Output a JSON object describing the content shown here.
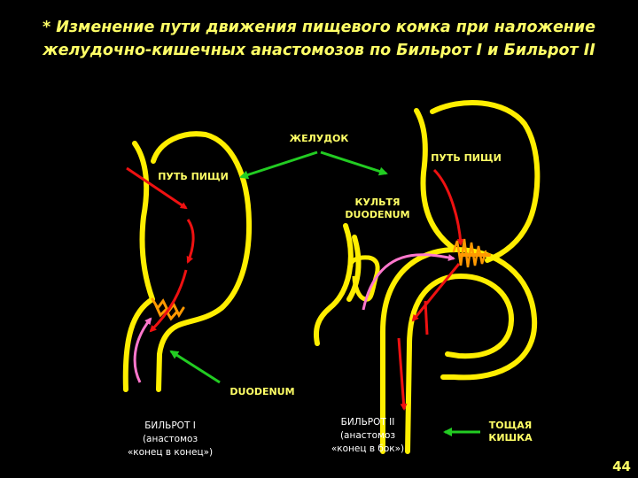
{
  "title": {
    "line1": "* Изменение пути движения пищевого комка при наложение",
    "line2": "желудочно-кишечных анастомозов по Бильрот I и Бильрот II"
  },
  "labels": {
    "stomach": "ЖЕЛУДОК",
    "food_path_left": "ПУТЬ ПИЩИ",
    "food_path_right": "ПУТЬ ПИЩИ",
    "duodenal_stump_line1": "КУЛЬТЯ",
    "duodenal_stump_line2": "DUODENUM",
    "duodenum": "DUODENUM",
    "jejunum_line1": "ТОЩАЯ",
    "jejunum_line2": "КИШКА"
  },
  "captions": {
    "billroth1": {
      "line1": "БИЛЬРОТ I",
      "line2": "(анастомоз",
      "line3": "«конец в конец»)"
    },
    "billroth2": {
      "line1": "БИЛЬРОТ II",
      "line2": "(анастомоз",
      "line3": "«конец в бок»)"
    }
  },
  "page_number": "44",
  "colors": {
    "background": "#000000",
    "organ_outline": "#ffee00",
    "food_path_arrow": "#ee1111",
    "pointer_arrow": "#22cc22",
    "bile_flow_arrow": "#ff77cc",
    "anastomosis": "#ff9900",
    "label_text": "#ffff66",
    "caption_text": "#ffffff"
  }
}
